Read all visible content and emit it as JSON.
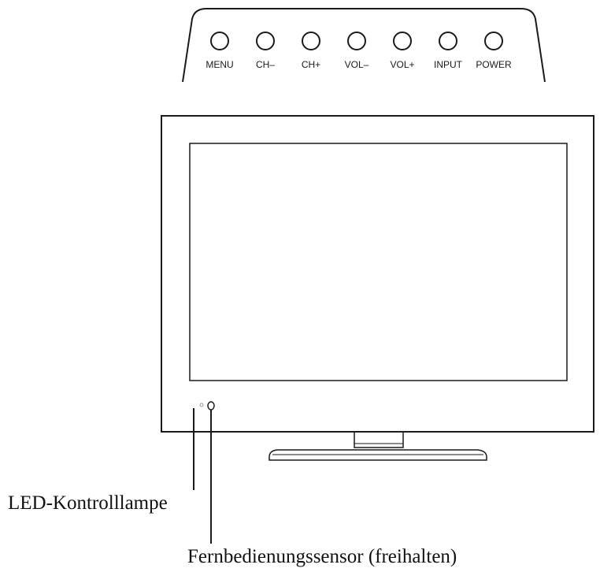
{
  "control_panel": {
    "buttons": [
      {
        "id": "menu",
        "label": "MENU"
      },
      {
        "id": "ch-minus",
        "label": "CH–"
      },
      {
        "id": "ch-plus",
        "label": "CH+"
      },
      {
        "id": "vol-minus",
        "label": "VOL–"
      },
      {
        "id": "vol-plus",
        "label": "VOL+"
      },
      {
        "id": "input",
        "label": "INPUT"
      },
      {
        "id": "power",
        "label": "POWER"
      }
    ]
  },
  "callouts": {
    "led": "LED-Kontrolllampe",
    "sensor": "Fernbedienungssensor (freihalten)"
  },
  "colors": {
    "line": "#1a1a1a",
    "background": "#ffffff"
  }
}
